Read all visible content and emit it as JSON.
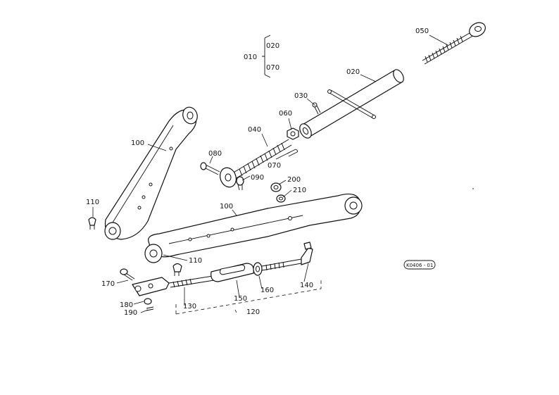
{
  "diagram": {
    "drawing_ref": "K0406 - 01",
    "bracket_group": {
      "label": "010",
      "items": [
        "020",
        "070"
      ]
    },
    "callouts": {
      "c050": "050",
      "c020": "020",
      "c030": "030",
      "c060": "060",
      "c040": "040",
      "c070": "070",
      "c080": "080",
      "c090": "090",
      "c200": "200",
      "c210": "210",
      "c100_upper": "100",
      "c100_lower": "100",
      "c110_left": "110",
      "c110_lower": "110",
      "c170": "170",
      "c180": "180",
      "c190": "190",
      "c130": "130",
      "c150": "150",
      "c160": "160",
      "c140": "140",
      "c120": "120"
    }
  }
}
